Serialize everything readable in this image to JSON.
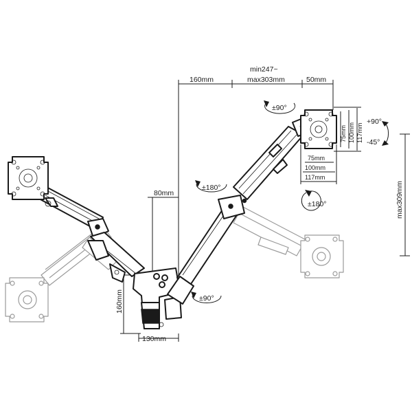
{
  "diagram": {
    "dimensions": {
      "top_offset": "160mm",
      "reach_min": "min247~",
      "reach_max": "max303mm",
      "plate_offset": "50mm",
      "arm_height": "80mm",
      "base_height": "160mm",
      "base_width": "130mm",
      "vertical_travel": "max309mm",
      "vesa_small_v": "75mm",
      "vesa_mid_v": "100mm",
      "vesa_large_v": "117mm",
      "vesa_small_h": "75mm",
      "vesa_mid_h": "100mm",
      "vesa_large_h": "117mm"
    },
    "rotations": {
      "head_swivel": "±90°",
      "arm_swivel": "±180°",
      "screen_rotate": "±180°",
      "base_swivel": "±90°",
      "tilt_up": "+90°",
      "tilt_down": "-45°"
    }
  }
}
